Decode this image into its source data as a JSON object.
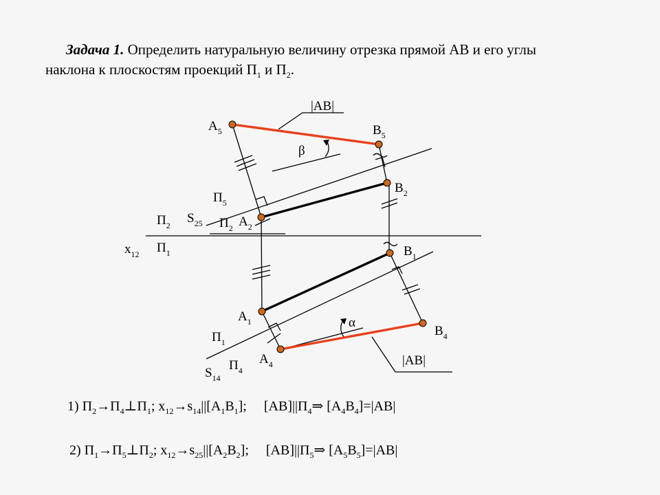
{
  "title": {
    "task": "Задача 1.",
    "text_line1": " Определить натуральную величину отрезка прямой АВ и его углы",
    "text_line2_a": "наклона к плоскостям проекций П",
    "sub1": "1",
    "text_line2_b": " и П",
    "sub2": "2",
    "text_line2_c": "."
  },
  "labels": {
    "ab_top": "|AB|",
    "ab_bottom": "|AB|",
    "A5": "A",
    "A5_sub": "5",
    "B5": "B",
    "B5_sub": "5",
    "beta": "β",
    "B2": "B",
    "B2_sub": "2",
    "P5": "П",
    "P5_sub": "5",
    "S25": "S",
    "S25_sub": "25",
    "P2_left": "П",
    "P2_left_sub": "2",
    "P2_right": "П",
    "P2_right_sub": "2",
    "A2": "A",
    "A2_sub": "2",
    "x12": "x",
    "x12_sub": "12",
    "P1_left": "П",
    "P1_left_sub": "1",
    "B1": "B",
    "B1_sub": "1",
    "A1": "A",
    "A1_sub": "1",
    "alpha": "α",
    "B4": "B",
    "B4_sub": "4",
    "P1_lower": "П",
    "P1_lower_sub": "1",
    "A4": "A",
    "A4_sub": "4",
    "S14": "S",
    "S14_sub": "14",
    "P4": "П",
    "P4_sub": "4"
  },
  "colors": {
    "true_length": "#e8401c",
    "point_fill": "#cc6a1e",
    "line": "#000000"
  },
  "formula1": {
    "num": "1) П",
    "s1": "2",
    "t1": "→П",
    "s2": "4",
    "t2": "⊥П",
    "s3": "1",
    "t3": "; x",
    "s4": "12",
    "t4": "→s",
    "s5": "14",
    "t5": "||[A",
    "s6": "1",
    "t6": "B",
    "s7": "1",
    "t7": "];     [AB]||П",
    "s8": "4",
    "t8": "⇒ [A",
    "s9": "4",
    "t9": "B",
    "s10": "4",
    "t10": "]=|AB|"
  },
  "formula2": {
    "num": "2) П",
    "s1": "1",
    "t1": "→П",
    "s2": "5",
    "t2": "⊥П",
    "s3": "2",
    "t3": "; x",
    "s4": "12",
    "t4": "→s",
    "s5": "25",
    "t5": "||[A",
    "s6": "2",
    "t6": "B",
    "s7": "2",
    "t7": "];     [AB]||П",
    "s8": "5",
    "t8": "⇒ [A",
    "s9": "5",
    "t9": "B",
    "s10": "5",
    "t10": "]=|AB|"
  }
}
